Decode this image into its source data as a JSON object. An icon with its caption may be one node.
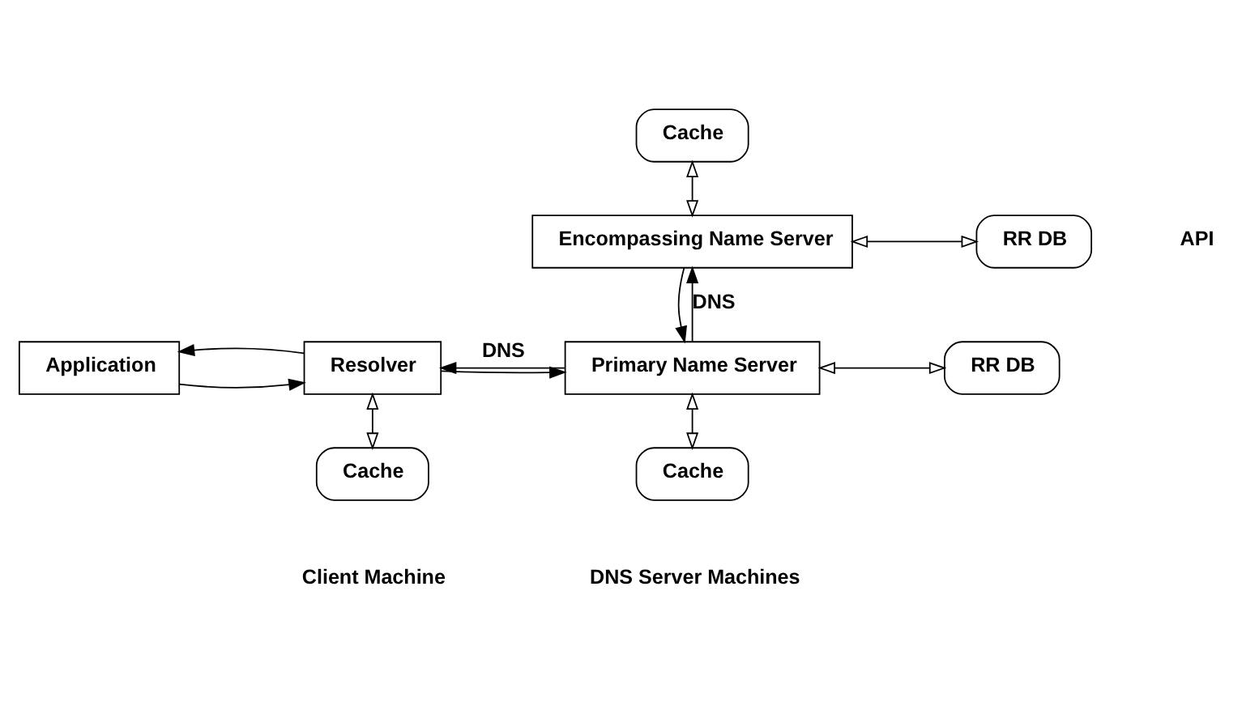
{
  "diagram": {
    "nodes": [
      {
        "text": [
          "Cache"
        ]
      },
      {
        "text": [
          "Encompassing Name Server"
        ]
      },
      {
        "text": [
          "RR DB"
        ]
      },
      {
        "text": [
          "Application"
        ]
      },
      {
        "text": [
          "Resolver"
        ]
      },
      {
        "text": [
          "Primary Name Server"
        ]
      },
      {
        "text": [
          "RR DB"
        ]
      },
      {
        "text": [
          "Cache"
        ]
      },
      {
        "text": [
          "Cache"
        ]
      }
    ],
    "edges": [
      {
        "from": 3,
        "to": 4,
        "arrow": "to"
      },
      {
        "from": 4,
        "to": 3,
        "arrow": "to"
      },
      {
        "from": 4,
        "to": 5,
        "arrow": "to"
      },
      {
        "from": 5,
        "to": 4,
        "arrow": "to",
        "label": "DNS"
      },
      {
        "from": 5,
        "to": 1,
        "arrow": "to",
        "label": "DNS"
      },
      {
        "from": 1,
        "to": 5,
        "arrow": "to"
      },
      {
        "from": 0,
        "to": 1,
        "arrow": "both"
      },
      {
        "from": 1,
        "to": 2,
        "arrow": "both"
      },
      {
        "from": 5,
        "to": 6,
        "arrow": "both"
      },
      {
        "from": 4,
        "to": 7,
        "arrow": "both"
      },
      {
        "from": 5,
        "to": 8,
        "arrow": "both"
      }
    ],
    "labels": [
      "API",
      "Client Machine",
      "DNS Server Machines"
    ]
  }
}
